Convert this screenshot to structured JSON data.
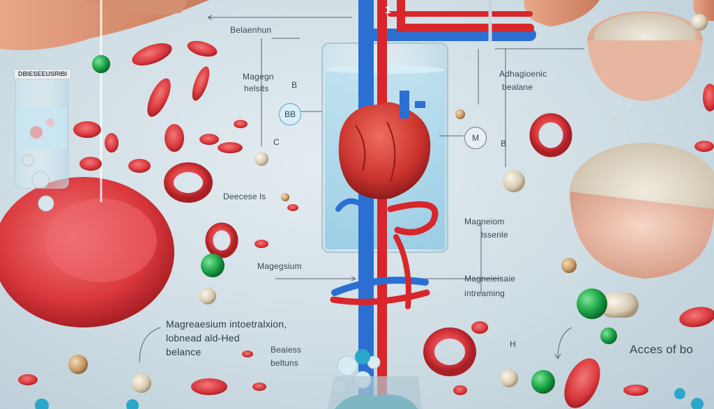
{
  "scene": {
    "vial_label": "DBIESEEUSRIBI",
    "vessel_number": "1",
    "labels": {
      "top_left": "Belaenhun",
      "left_upper_1": "Magegn",
      "left_upper_2": "helsits",
      "letter_b_left": "B",
      "letter_c": "C",
      "left_mid": "Deecese  ls",
      "left_low": "Magegsium",
      "bottom_left_1": "Magreaesium intoetralxion,",
      "bottom_left_2": "lobnead ald-Hed",
      "bottom_left_3": "belance",
      "bottom_center_1": "Beaiess",
      "bottom_center_2": "beltuns",
      "right_top_1": "Adhagioenic",
      "right_top_2": "bealane",
      "letter_b_right": "B",
      "right_mid_1": "Magneiom",
      "right_mid_2": "lssenle",
      "right_low_1": "Magneieisaie",
      "right_low_2": "intreaming",
      "letter_h": "H",
      "far_right": "Acces of bo"
    },
    "circle_labels": {
      "bb": "BB",
      "m": "M"
    }
  }
}
